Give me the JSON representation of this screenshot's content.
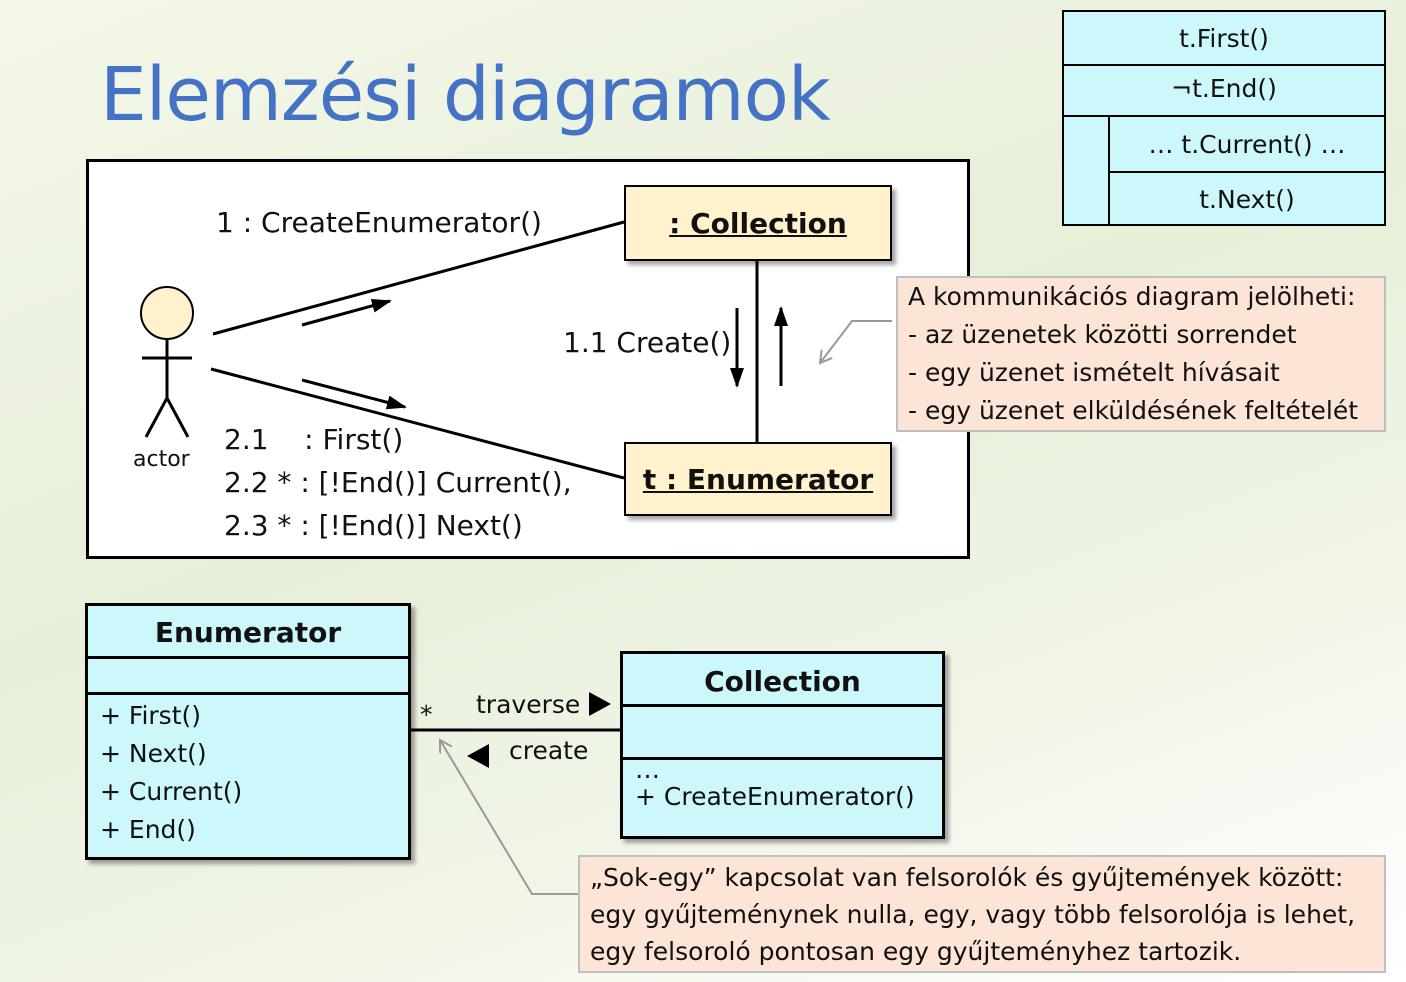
{
  "title": "Elemzési diagramok",
  "ns_chart": {
    "first": "t.First()",
    "loop_condition": "¬t.End()",
    "current": "… t.Current() …",
    "next": "t.Next()"
  },
  "communication_diagram": {
    "actor_label": "actor",
    "collection_object": ": Collection",
    "enumerator_object": "t : Enumerator",
    "msg_1": "1 : CreateEnumerator()",
    "msg_1_1": "1.1 Create()",
    "msg_2_1": "2.1    : First()",
    "msg_2_2": "2.2 * : [!End()] Current(),",
    "msg_2_3": "2.3 * : [!End()] Next()"
  },
  "note_communication": {
    "lines": [
      "A kommunikációs diagram jelölheti:",
      "- az üzenetek közötti sorrendet",
      "- egy üzenet ismételt hívásait",
      "- egy üzenet elküldésének feltételét"
    ]
  },
  "class_diagram": {
    "enumerator": {
      "name": "Enumerator",
      "operations": [
        "+ First()",
        "+ Next()",
        "+ Current()",
        "+ End()"
      ]
    },
    "collection": {
      "name": "Collection",
      "ellipsis": "…",
      "operations": [
        "+ CreateEnumerator()"
      ]
    },
    "multiplicity": "*",
    "assoc_traverse": "traverse",
    "assoc_create": "create"
  },
  "note_class": {
    "lines": [
      "„Sok-egy” kapcsolat van felsorolók és gyűjtemények között:",
      "egy gyűjteménynek nulla, egy, vagy több felsorolója is lehet,",
      "egy felsoroló pontosan egy gyűjteményhez tartozik."
    ]
  }
}
